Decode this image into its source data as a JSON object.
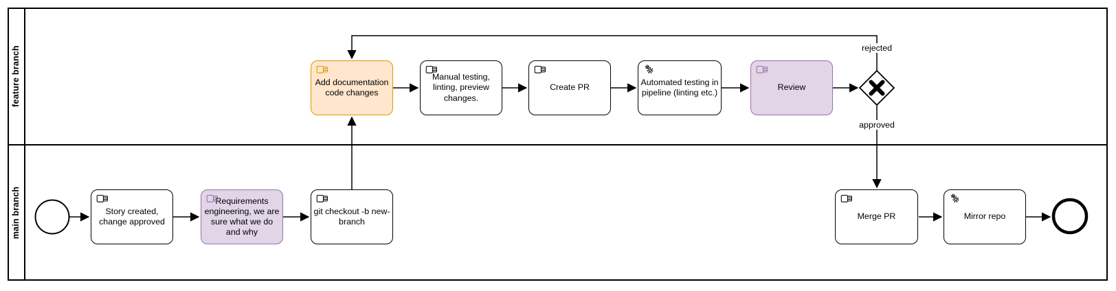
{
  "lanes": [
    {
      "label": "feature branch"
    },
    {
      "label": "main branch"
    }
  ],
  "nodes": [
    {
      "id": "add-documentation-task",
      "label": "Add documentation code changes",
      "type": "manual-task",
      "icon": "hand-icon",
      "style": "orange"
    },
    {
      "id": "manual-testing-task",
      "label": "Manual testing, linting, preview changes.",
      "type": "manual-task",
      "icon": "hand-icon",
      "style": "white"
    },
    {
      "id": "create-pr-task",
      "label": "Create PR",
      "type": "manual-task",
      "icon": "hand-icon",
      "style": "white"
    },
    {
      "id": "automated-testing-task",
      "label": "Automated testing in pipeline (linting etc.)",
      "type": "service-task",
      "icon": "gear-icon",
      "style": "white"
    },
    {
      "id": "review-task",
      "label": "Review",
      "type": "manual-task",
      "icon": "hand-icon",
      "style": "purple"
    },
    {
      "id": "story-created-task",
      "label": "Story created, change approved",
      "type": "manual-task",
      "icon": "hand-icon",
      "style": "white"
    },
    {
      "id": "requirements-task",
      "label": "Requirements engineering, we are sure what we do and why",
      "type": "manual-task",
      "icon": "hand-icon",
      "style": "purple"
    },
    {
      "id": "git-checkout-task",
      "label": "git checkout -b new-branch",
      "type": "manual-task",
      "icon": "hand-icon",
      "style": "white"
    },
    {
      "id": "merge-pr-task",
      "label": "Merge PR",
      "type": "manual-task",
      "icon": "hand-icon",
      "style": "white"
    },
    {
      "id": "mirror-repo-task",
      "label": "Mirror repo",
      "type": "service-task",
      "icon": "gear-icon",
      "style": "white"
    }
  ],
  "events": [
    {
      "id": "start-event",
      "type": "start"
    },
    {
      "id": "end-event",
      "type": "end"
    }
  ],
  "gateway": {
    "id": "review-decision-gateway",
    "type": "exclusive-x"
  },
  "flow_labels": {
    "rejected": "rejected",
    "approved": "approved"
  },
  "colors": {
    "task_orange_fill": "#ffe6cc",
    "task_orange_stroke": "#d79b00",
    "task_purple_fill": "#e1d5e7",
    "task_purple_stroke": "#9673a6",
    "task_default_fill": "#ffffff",
    "line_stroke": "#000000"
  }
}
